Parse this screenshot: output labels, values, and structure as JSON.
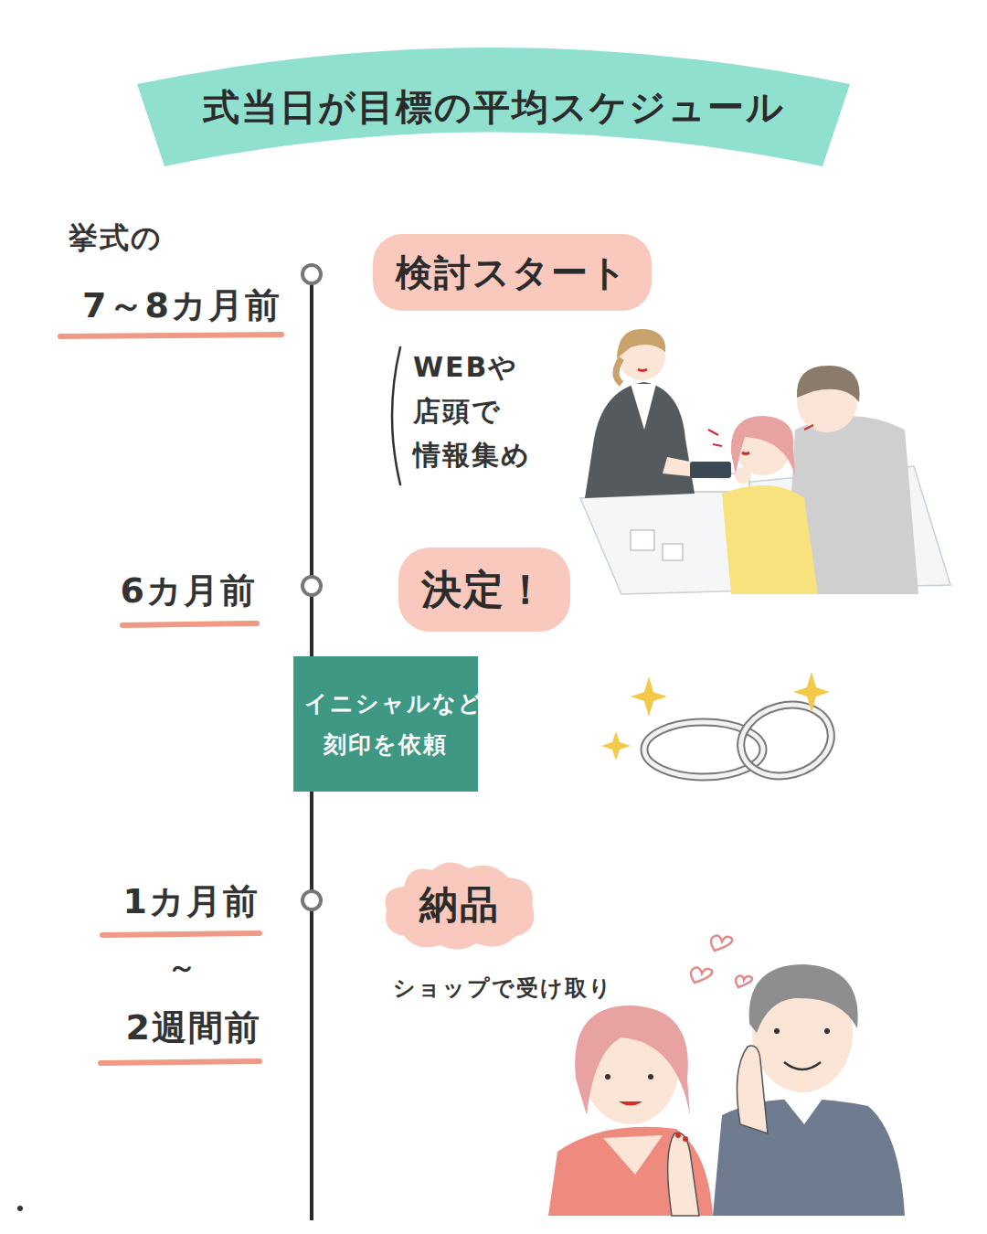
{
  "diagram": {
    "title": "式当日が目標の平均スケジュール",
    "nodes": [
      {
        "text": [
          "式当日が目標の平均スケジュール"
        ]
      },
      {
        "text": [
          "検討スタート"
        ]
      },
      {
        "text": [
          "決定！"
        ]
      },
      {
        "text": [
          "イニシャルなど 刻印を依頼"
        ]
      },
      {
        "text": [
          "納品"
        ]
      }
    ],
    "labels": [
      "挙式の",
      "7～8カ月前",
      "6カ月前",
      "1カ月前",
      "～",
      "2週間前",
      "WEBや 店頭で 情報集め",
      "ショップで受け取り"
    ]
  }
}
